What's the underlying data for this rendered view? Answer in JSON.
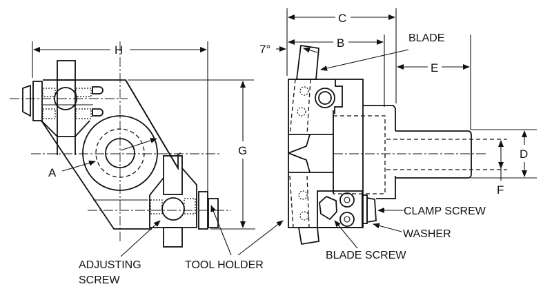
{
  "diagram": {
    "dimensions": {
      "A": "A",
      "B": "B",
      "C": "C",
      "D": "D",
      "E": "E",
      "F": "F",
      "G": "G",
      "H": "H",
      "angle": "7°"
    },
    "labels": {
      "blade": "BLADE",
      "clamp_screw": "CLAMP SCREW",
      "washer": "WASHER",
      "blade_screw": "BLADE SCREW",
      "tool_holder": "TOOL HOLDER",
      "adjusting_screw_line1": "ADJUSTING",
      "adjusting_screw_line2": "SCREW"
    }
  }
}
